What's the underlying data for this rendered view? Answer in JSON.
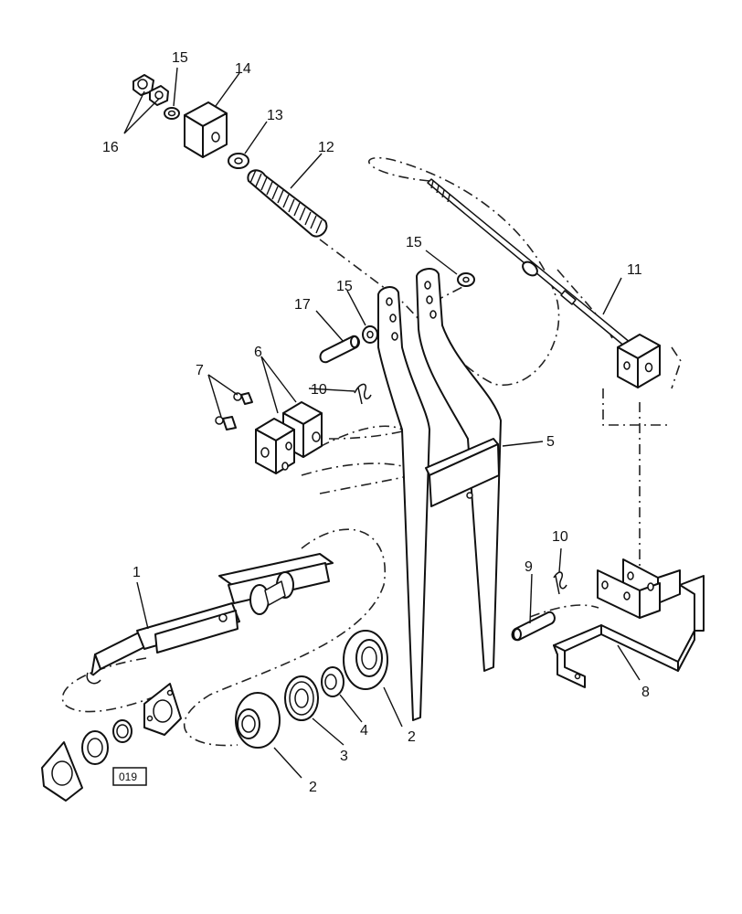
{
  "callouts": [
    {
      "id": "c1",
      "text": "1"
    },
    {
      "id": "c2a",
      "text": "2"
    },
    {
      "id": "c2b",
      "text": "2"
    },
    {
      "id": "c3",
      "text": "3"
    },
    {
      "id": "c4",
      "text": "4"
    },
    {
      "id": "c5",
      "text": "5"
    },
    {
      "id": "c6",
      "text": "6"
    },
    {
      "id": "c7",
      "text": "7"
    },
    {
      "id": "c8",
      "text": "8"
    },
    {
      "id": "c9",
      "text": "9"
    },
    {
      "id": "c10a",
      "text": "10"
    },
    {
      "id": "c10b",
      "text": "10"
    },
    {
      "id": "c11",
      "text": "11"
    },
    {
      "id": "c12",
      "text": "12"
    },
    {
      "id": "c13",
      "text": "13"
    },
    {
      "id": "c14",
      "text": "14"
    },
    {
      "id": "c15a",
      "text": "15"
    },
    {
      "id": "c15b",
      "text": "15"
    },
    {
      "id": "c15c",
      "text": "15"
    },
    {
      "id": "c16",
      "text": "16"
    },
    {
      "id": "c17",
      "text": "17"
    }
  ],
  "reference_box": {
    "text": "019"
  }
}
